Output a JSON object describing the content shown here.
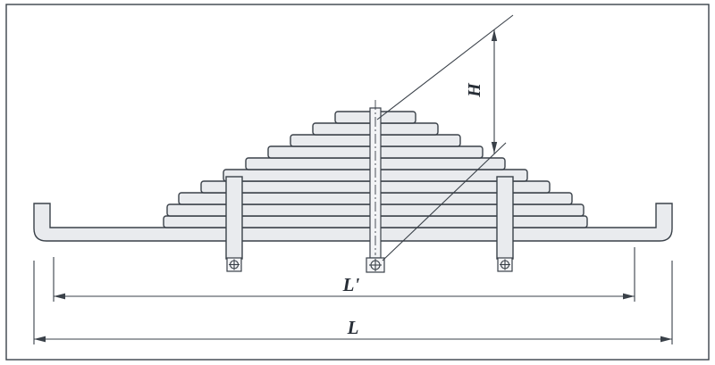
{
  "diagram": {
    "type": "technical-drawing",
    "subject": "multi-leaf-spring-side-view",
    "labels": {
      "height": "H",
      "effective_length": "L'",
      "overall_length": "L"
    },
    "colors": {
      "line": "#3a4149",
      "leaf_fill": "#e9ebee",
      "bolt_fill": "#f3f4f6",
      "background": "#ffffff"
    }
  }
}
